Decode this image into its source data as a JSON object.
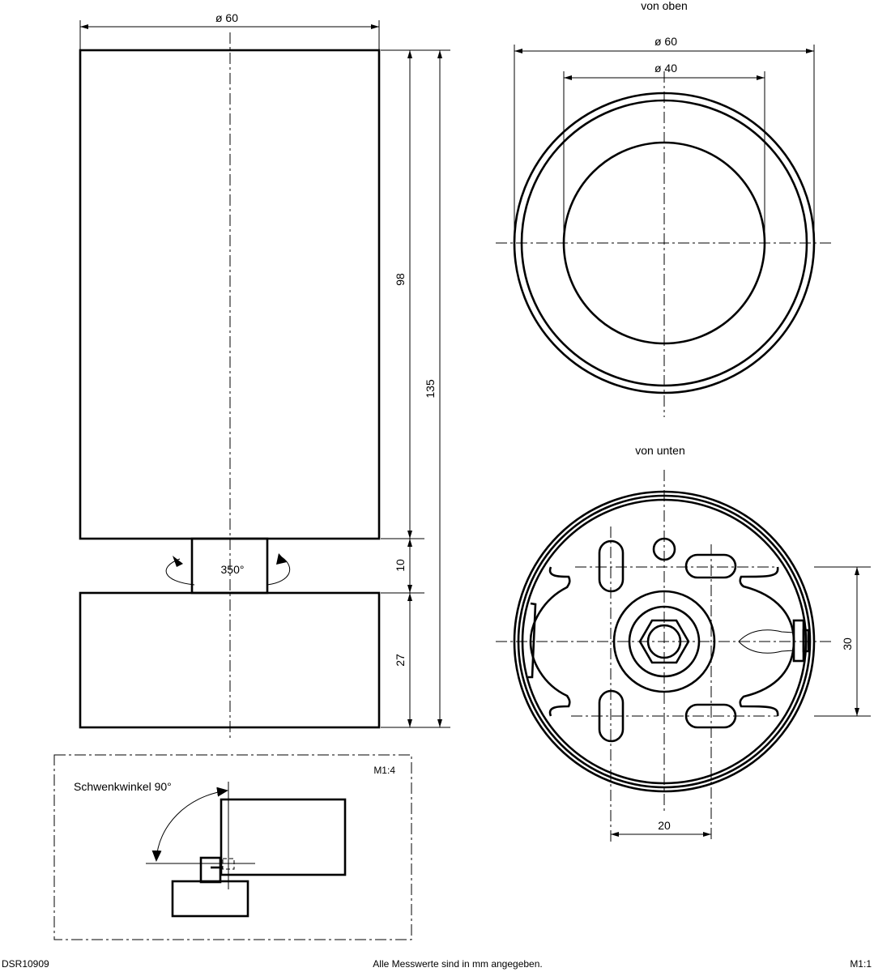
{
  "side_view": {
    "dim_diameter": "ø 60",
    "dim_head_height": "98",
    "dim_neck_height": "10",
    "dim_base_height": "27",
    "dim_total_height": "135",
    "rotation_label": "350°"
  },
  "top_view": {
    "title": "von oben",
    "dim_outer": "ø 60",
    "dim_inner": "ø 40"
  },
  "bottom_view": {
    "title": "von unten",
    "dim_vertical": "30",
    "dim_horizontal": "20"
  },
  "inset": {
    "title": "Schwenkwinkel 90°",
    "scale": "M1:4"
  },
  "footer": {
    "drawing_id": "DSR10909",
    "note": "Alle Messwerte sind in mm angegeben.",
    "scale": "M1:1"
  }
}
